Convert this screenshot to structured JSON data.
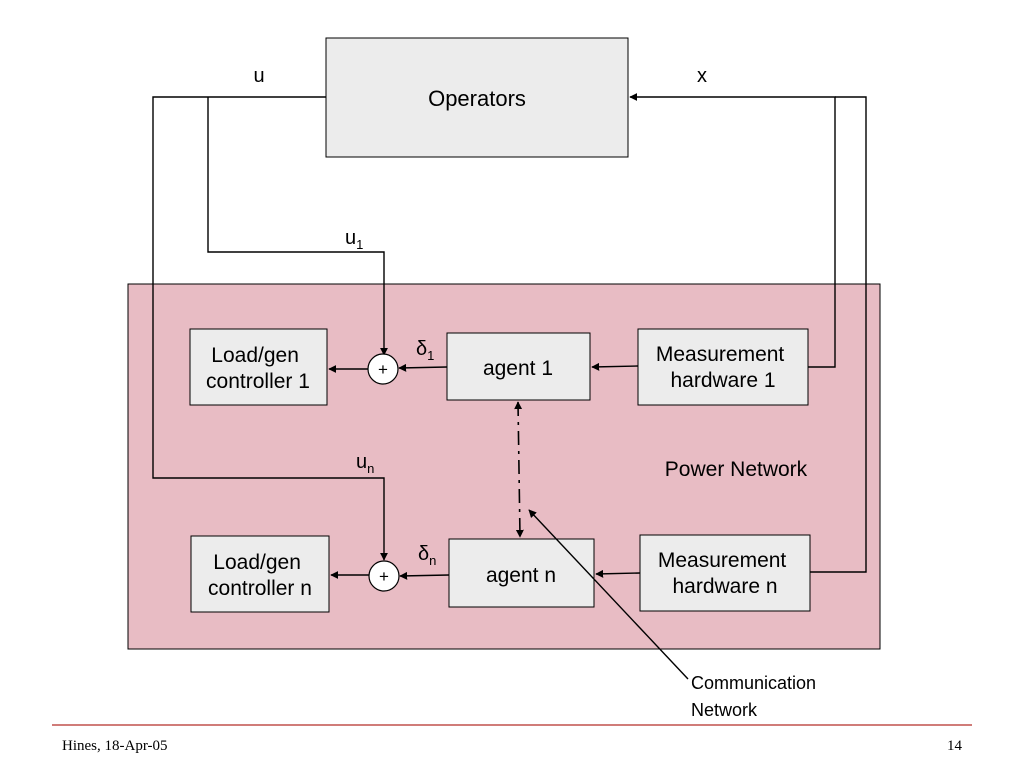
{
  "diagram": {
    "operators": "Operators",
    "signal_u": "u",
    "signal_x": "x",
    "signal_u1": "u",
    "signal_u1_sub": "1",
    "signal_un": "u",
    "signal_un_sub": "n",
    "delta_1": "δ",
    "delta_1_sub": "1",
    "delta_n": "δ",
    "delta_n_sub": "n",
    "sum_symbol": "+",
    "power_network": "Power Network",
    "loadgen_1": [
      "Load/gen",
      "controller 1"
    ],
    "loadgen_n": [
      "Load/gen",
      "controller n"
    ],
    "agent_1": "agent 1",
    "agent_n": "agent n",
    "measurement_1": [
      "Measurement",
      "hardware 1"
    ],
    "measurement_n": [
      "Measurement",
      "hardware n"
    ],
    "comm_network": [
      "Communication",
      "Network"
    ]
  },
  "colors": {
    "power_network_fill": "#e8bcc4",
    "box_fill": "#ececec",
    "divider": "#c0504d"
  },
  "footer": {
    "author_date": "Hines, 18-Apr-05",
    "page_number": "14"
  }
}
